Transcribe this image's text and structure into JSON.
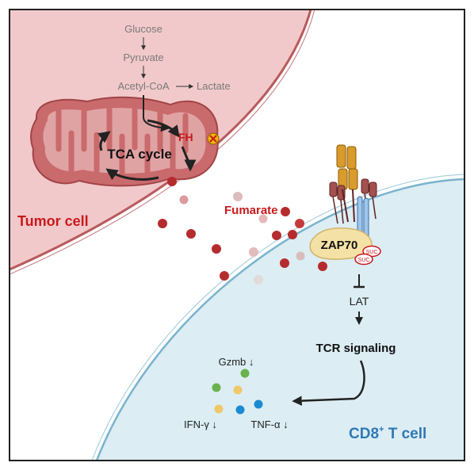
{
  "pathway": {
    "glucose": "Glucose",
    "pyruvate": "Pyruvate",
    "acetyl_coa": "Acetyl-CoA",
    "lactate": "Lactate"
  },
  "mitochondrion": {
    "fh": "FH",
    "tca_cycle": "TCA cycle"
  },
  "labels": {
    "tumor_cell": "Tumor cell",
    "fumarate": "Fumarate",
    "zap70": "ZAP70",
    "suc": "SUC",
    "lat": "LAT",
    "tcr_signaling": "TCR signaling",
    "cd8_prefix": "CD8",
    "cd8_sup": "+",
    "cd8_suffix": " T cell"
  },
  "cytokines": {
    "gzmb": "Gzmb ↓",
    "ifn_g": "IFN-γ ↓",
    "tnf_a": "TNF-α ↓"
  },
  "colors": {
    "tumor_fill": "#f2c9cb",
    "tumor_border": "#b85a5c",
    "tcell_fill": "#dcedf3",
    "tcell_border": "#7ab3cd",
    "mito_fill": "#c96a6c",
    "fumarate_red": "#b52c2e",
    "zap70_fill": "#f4e1a6",
    "cd8_blue": "#2f78b5"
  }
}
